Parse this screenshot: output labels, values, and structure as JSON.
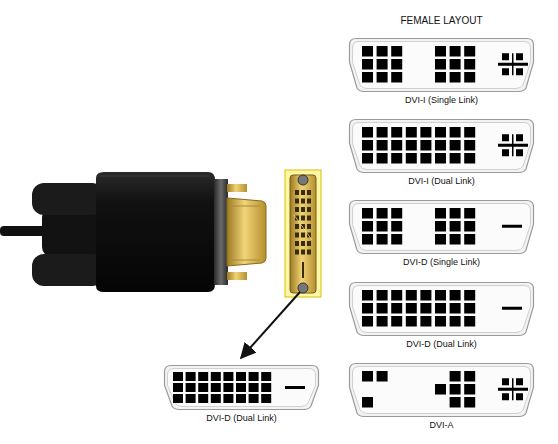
{
  "diagram": {
    "title": "FEMALE LAYOUT",
    "nodes": [
      {
        "text": [
          "DVI-I (Single Link)"
        ]
      },
      {
        "text": [
          "DVI-I (Dual Link)"
        ]
      },
      {
        "text": [
          "DVI-D (Single Link)"
        ]
      },
      {
        "text": [
          "DVI-D (Dual Link)"
        ]
      },
      {
        "text": [
          "DVI-A"
        ]
      },
      {
        "text": [
          "DVI-D (Dual Link)"
        ]
      }
    ]
  }
}
